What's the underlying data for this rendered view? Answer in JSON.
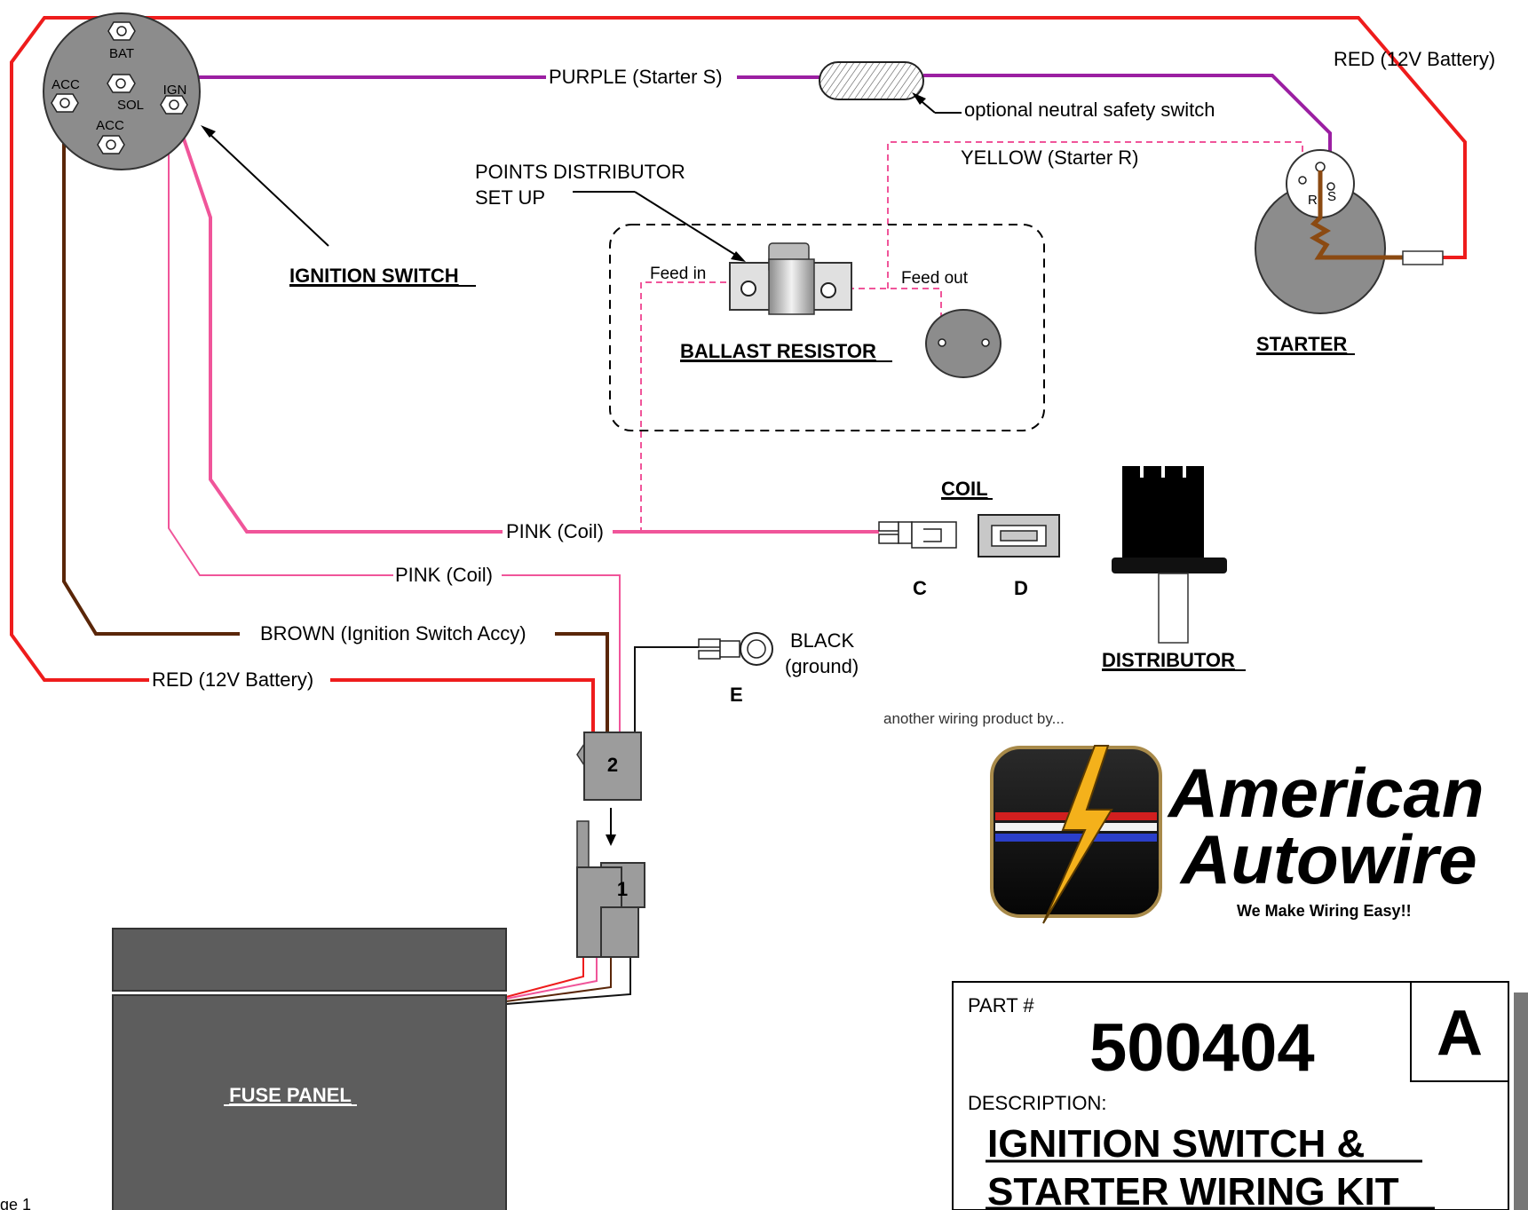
{
  "ignition_switch": {
    "terminal_bat": "BAT",
    "terminal_acc_left": "ACC",
    "terminal_sol": "SOL",
    "terminal_ign": "IGN",
    "terminal_acc_bottom": "ACC",
    "title": "IGNITION SWITCH "
  },
  "wires": {
    "purple": "PURPLE (Starter S)",
    "red_top": "RED (12V Battery)",
    "yellow": "YELLOW (Starter R)",
    "pink_coil_1": "PINK (Coil)",
    "pink_coil_2": "PINK (Coil)",
    "brown": "BROWN (Ignition Switch Accy)",
    "red_bottom": "RED (12V Battery)",
    "black": "BLACK",
    "black_sub": "(ground)"
  },
  "neutral_switch_label": "optional neutral safety switch",
  "points_setup": {
    "line1": "POINTS DISTRIBUTOR",
    "line2": "SET UP",
    "feed_in": "Feed in",
    "feed_out": "Feed out",
    "ballast_title": "BALLAST RESISTOR"
  },
  "starter": {
    "title": "STARTER",
    "term_r": "R",
    "term_s": "S"
  },
  "coil": {
    "title": "COIL",
    "c": "C",
    "d": "D"
  },
  "distributor_title": "DISTRIBUTOR",
  "ground_connector": "E",
  "connectors": {
    "two": "2",
    "one": "1"
  },
  "fuse_panel_title": "FUSE PANEL",
  "brand": {
    "tagline": "another wiring product by...",
    "name_line1": "American",
    "name_line2": "Autowire",
    "slogan": "We Make Wiring Easy!!"
  },
  "part_block": {
    "part_label": "PART #",
    "part_number": "500404",
    "revision": "A",
    "description_label": "DESCRIPTION:",
    "description_line1": "IGNITION SWITCH & ",
    "description_line2": "STARTER WIRING KIT"
  },
  "page_label": "ge 1",
  "colors": {
    "red": "#ee1c1c",
    "purple": "#9b1fa2",
    "pink": "#f0559a",
    "brown": "#5a2608",
    "panel_gray": "#5d5d5d"
  }
}
